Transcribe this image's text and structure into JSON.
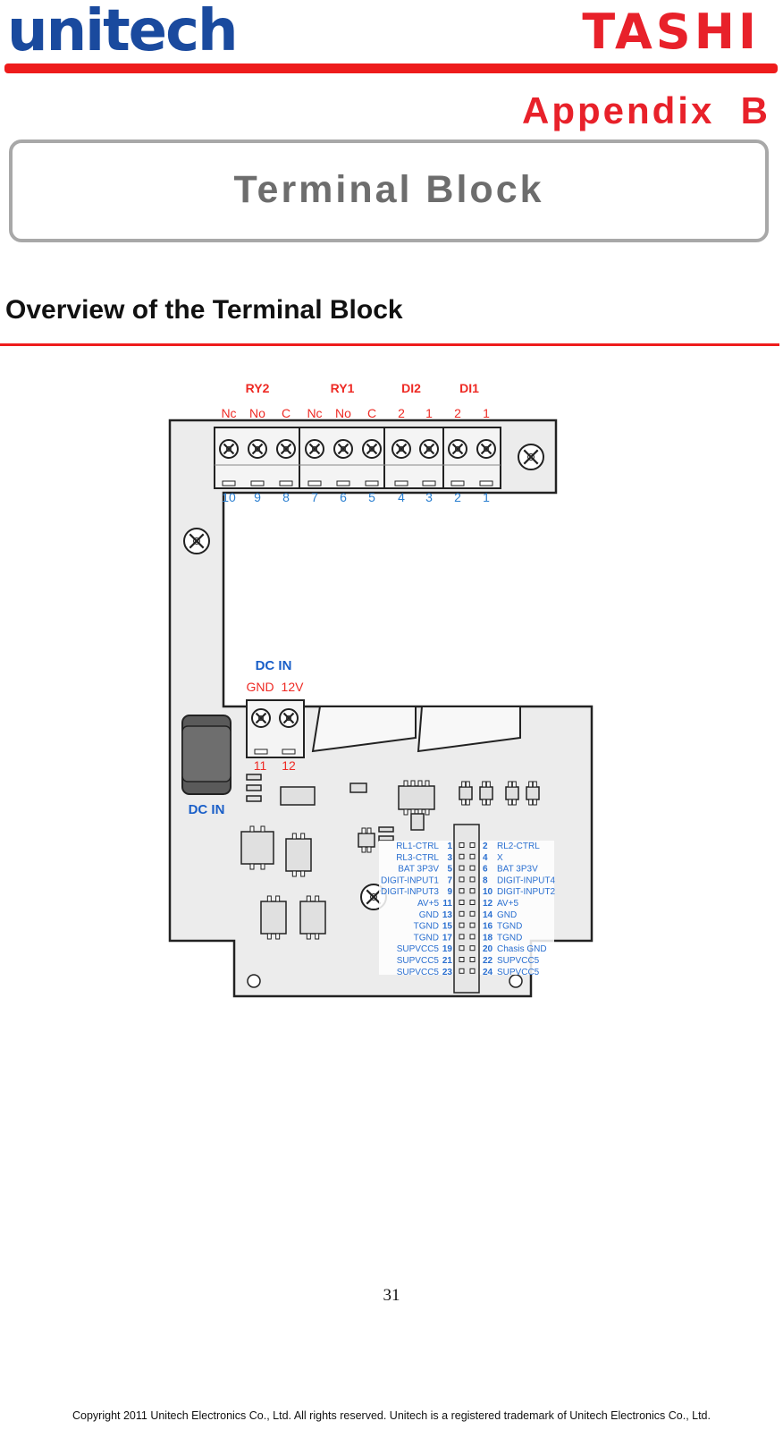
{
  "header": {
    "left_logo": "unitech",
    "right_logo": "TASHI",
    "brand_color": "#1a4a9e",
    "accent_color": "#e8212a"
  },
  "appendix_label": "Appendix  B",
  "chapter_title": "Terminal Block",
  "section_heading": "Overview of the Terminal Block",
  "diagram": {
    "group_labels": [
      "RY2",
      "RY1",
      "DI2",
      "DI1"
    ],
    "pin_labels": [
      "Nc",
      "No",
      "C",
      "Nc",
      "No",
      "C",
      "2",
      "1",
      "2",
      "1"
    ],
    "pin_numbers": [
      "10",
      "9",
      "8",
      "7",
      "6",
      "5",
      "4",
      "3",
      "2",
      "1"
    ],
    "dc_in_title": "DC IN",
    "dc_pin_labels": [
      "GND",
      "12V"
    ],
    "dc_pin_numbers": [
      "11",
      "12"
    ],
    "dc_jack_label": "DC IN",
    "header_left": [
      {
        "label": "RL1-CTRL",
        "pin": "1"
      },
      {
        "label": "RL3-CTRL",
        "pin": "3"
      },
      {
        "label": "BAT 3P3V",
        "pin": "5"
      },
      {
        "label": "DIGIT-INPUT1",
        "pin": "7"
      },
      {
        "label": "DIGIT-INPUT3",
        "pin": "9"
      },
      {
        "label": "AV+5",
        "pin": "11"
      },
      {
        "label": "GND",
        "pin": "13"
      },
      {
        "label": "TGND",
        "pin": "15"
      },
      {
        "label": "TGND",
        "pin": "17"
      },
      {
        "label": "SUPVCC5",
        "pin": "19"
      },
      {
        "label": "SUPVCC5",
        "pin": "21"
      },
      {
        "label": "SUPVCC5",
        "pin": "23"
      }
    ],
    "header_right": [
      {
        "label": "RL2-CTRL",
        "pin": "2"
      },
      {
        "label": "X",
        "pin": "4"
      },
      {
        "label": "BAT 3P3V",
        "pin": "6"
      },
      {
        "label": "DIGIT-INPUT4",
        "pin": "8"
      },
      {
        "label": "DIGIT-INPUT2",
        "pin": "10"
      },
      {
        "label": "AV+5",
        "pin": "12"
      },
      {
        "label": "GND",
        "pin": "14"
      },
      {
        "label": "TGND",
        "pin": "16"
      },
      {
        "label": "TGND",
        "pin": "18"
      },
      {
        "label": "Chasis GND",
        "pin": "20"
      },
      {
        "label": "SUPVCC5",
        "pin": "22"
      },
      {
        "label": "SUPVCC5",
        "pin": "24"
      }
    ]
  },
  "page_number": "31",
  "copyright": "Copyright 2011 Unitech Electronics Co., Ltd. All rights reserved. Unitech is a registered trademark of Unitech Electronics Co., Ltd."
}
